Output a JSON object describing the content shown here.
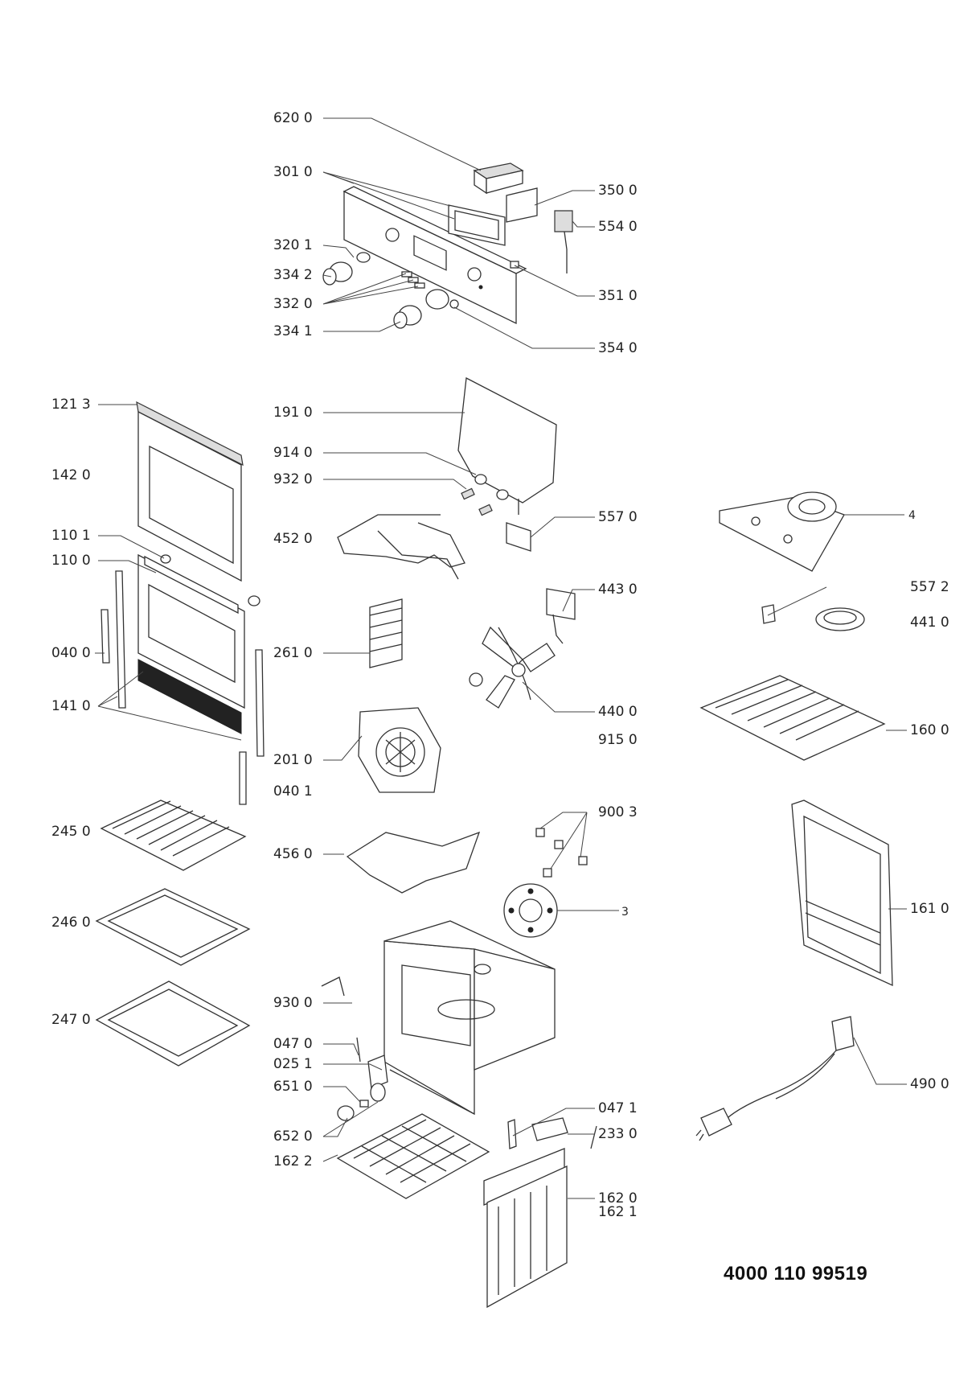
{
  "parts": [
    {
      "key": "p620_0",
      "code": "620 0"
    },
    {
      "key": "p301_0",
      "code": "301 0"
    },
    {
      "key": "p350_0",
      "code": "350 0"
    },
    {
      "key": "p554_0",
      "code": "554 0"
    },
    {
      "key": "p320_1",
      "code": "320 1"
    },
    {
      "key": "p334_2",
      "code": "334 2"
    },
    {
      "key": "p332_0",
      "code": "332 0"
    },
    {
      "key": "p351_0",
      "code": "351 0"
    },
    {
      "key": "p334_1",
      "code": "334 1"
    },
    {
      "key": "p354_0",
      "code": "354 0"
    },
    {
      "key": "p121_3",
      "code": "121 3"
    },
    {
      "key": "p191_0",
      "code": "191 0"
    },
    {
      "key": "p142_0",
      "code": "142 0"
    },
    {
      "key": "p914_0",
      "code": "914 0"
    },
    {
      "key": "p932_0",
      "code": "932 0"
    },
    {
      "key": "p557_0",
      "code": "557 0"
    },
    {
      "key": "p4",
      "code": "4"
    },
    {
      "key": "p452_0",
      "code": "452 0"
    },
    {
      "key": "p110_1",
      "code": "110 1"
    },
    {
      "key": "p110_0",
      "code": "110 0"
    },
    {
      "key": "p443_0",
      "code": "443 0"
    },
    {
      "key": "p557_2",
      "code": "557 2"
    },
    {
      "key": "p441_0",
      "code": "441 0"
    },
    {
      "key": "p040_0",
      "code": "040 0"
    },
    {
      "key": "p261_0",
      "code": "261 0"
    },
    {
      "key": "p141_0",
      "code": "141 0"
    },
    {
      "key": "p440_0",
      "code": "440 0"
    },
    {
      "key": "p160_0",
      "code": "160 0"
    },
    {
      "key": "p915_0",
      "code": "915 0"
    },
    {
      "key": "p201_0",
      "code": "201 0"
    },
    {
      "key": "p040_1",
      "code": "040 1"
    },
    {
      "key": "p900_3",
      "code": "900 3"
    },
    {
      "key": "p245_0",
      "code": "245 0"
    },
    {
      "key": "p456_0",
      "code": "456 0"
    },
    {
      "key": "p161_0",
      "code": "161 0"
    },
    {
      "key": "p3",
      "code": "3"
    },
    {
      "key": "p246_0",
      "code": "246 0"
    },
    {
      "key": "p247_0",
      "code": "247 0"
    },
    {
      "key": "p930_0",
      "code": "930 0"
    },
    {
      "key": "p047_0",
      "code": "047 0"
    },
    {
      "key": "p025_1",
      "code": "025 1"
    },
    {
      "key": "p651_0",
      "code": "651 0"
    },
    {
      "key": "p490_0",
      "code": "490 0"
    },
    {
      "key": "p047_1",
      "code": "047 1"
    },
    {
      "key": "p652_0",
      "code": "652 0"
    },
    {
      "key": "p233_0",
      "code": "233 0"
    },
    {
      "key": "p162_2",
      "code": "162 2"
    },
    {
      "key": "p162_0",
      "code": "162 0"
    },
    {
      "key": "p162_1",
      "code": "162 1"
    }
  ],
  "document_number": "4000 110 99519"
}
